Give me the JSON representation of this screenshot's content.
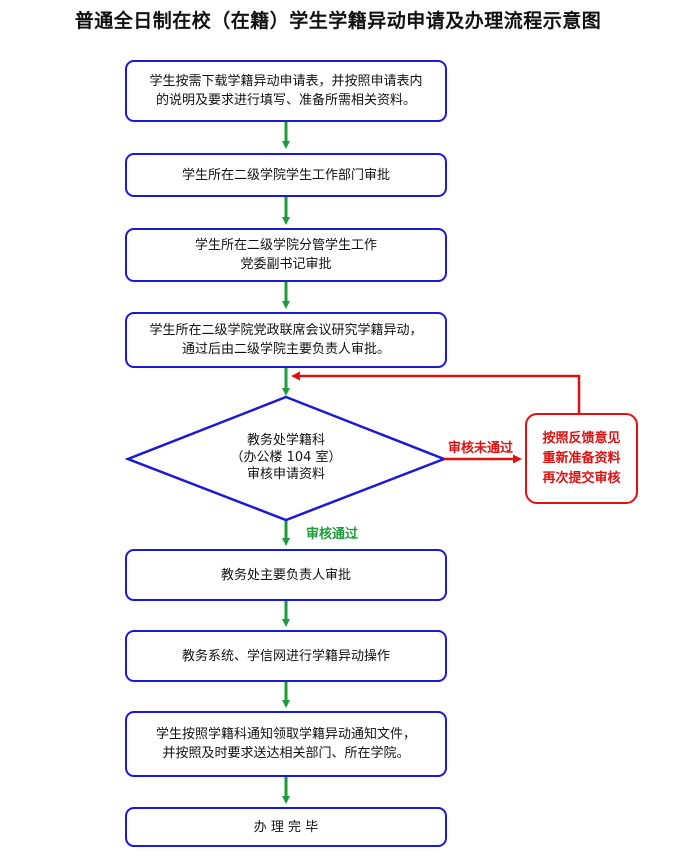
{
  "title": "普通全日制在校（在籍）学生学籍异动申请及办理流程示意图",
  "colors": {
    "box_border": "#1a1ad6",
    "flow_arrow": "#1e9a3a",
    "reject": "#e01010",
    "pass_label": "#1e9a3a"
  },
  "steps": [
    {
      "lines": [
        "学生按需下载学籍异动申请表，并按照申请表内",
        "的说明及要求进行填写、准备所需相关资料。"
      ]
    },
    {
      "lines": [
        "学生所在二级学院学生工作部门审批"
      ]
    },
    {
      "lines": [
        "学生所在二级学院分管学生工作",
        "党委副书记审批"
      ]
    },
    {
      "lines": [
        "学生所在二级学院党政联席会议研究学籍异动，",
        "通过后由二级学院主要负责人审批。"
      ]
    },
    {
      "lines": [
        "教务处主要负责人审批"
      ]
    },
    {
      "lines": [
        "教务系统、学信网进行学籍异动操作"
      ]
    },
    {
      "lines": [
        "学生按照学籍科通知领取学籍异动通知文件，",
        "并按照及时要求送达相关部门、所在学院。"
      ]
    },
    {
      "lines": [
        "办 理 完 毕"
      ]
    }
  ],
  "decision": {
    "lines": [
      "教务处学籍科",
      "（办公楼 104 室）",
      "审核申请资料"
    ],
    "fail_label": "审核未通过",
    "pass_label": "审核通过"
  },
  "feedback": {
    "lines": [
      "按照反馈意见",
      "重新准备资料",
      "再次提交审核"
    ]
  }
}
